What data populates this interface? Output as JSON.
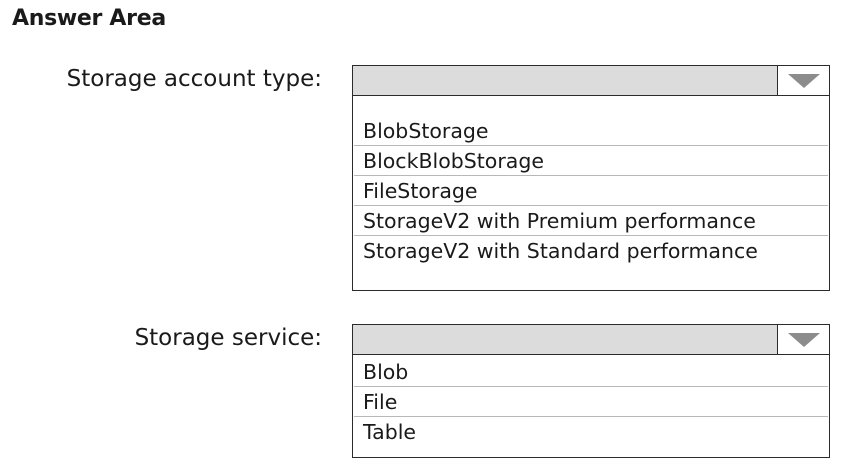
{
  "title": "Answer Area",
  "questions": [
    {
      "label": "Storage account type:",
      "selected": "",
      "options": [
        "BlobStorage",
        "BlockBlobStorage",
        "FileStorage",
        "StorageV2 with Premium performance",
        "StorageV2 with Standard performance"
      ]
    },
    {
      "label": "Storage service:",
      "selected": "",
      "options": [
        "Blob",
        "File",
        "Table"
      ]
    }
  ],
  "icons": {
    "dropdown": "chevron-down-icon"
  },
  "colors": {
    "header_fill": "#dcdcdc",
    "arrow": "#8c8c8c",
    "border": "#2b2b2b"
  }
}
